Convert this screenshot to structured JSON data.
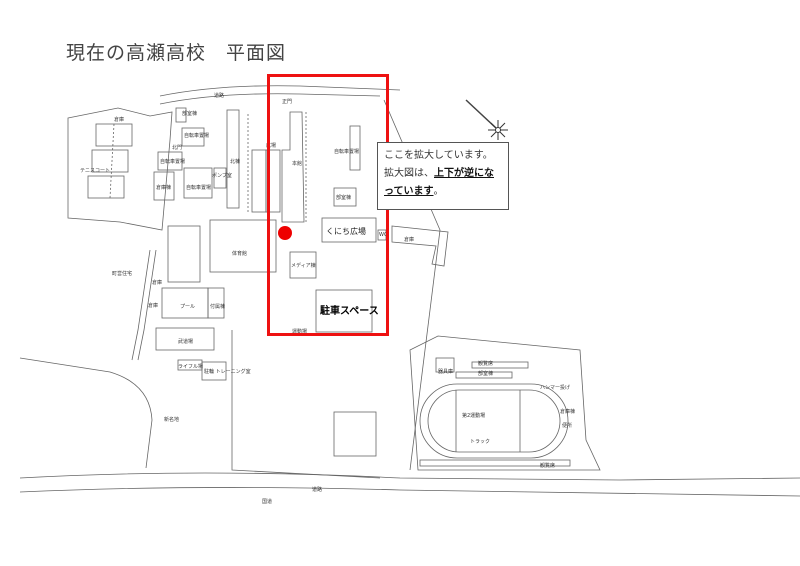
{
  "page": {
    "title": "現在の高瀬高校　平面図"
  },
  "highlight": {
    "color": "#ee1111",
    "marker_color": "#ee0000"
  },
  "callout": {
    "line1": "ここを拡大しています。",
    "line2_prefix": "拡大図は、",
    "line2_emphasis": "上下が逆にな",
    "line3_emphasis": "っています",
    "line3_suffix": "。"
  },
  "map": {
    "labels": {
      "tennis_court": "テニスコート",
      "storage_top": "倉庫",
      "road_top": "道路",
      "gate_main": "正門",
      "gate_north": "北門",
      "club_room_building": "部室棟",
      "bike_shed_1": "自転車置場",
      "bike_shed_2": "自転車置場",
      "bike_shed_3": "自転車置場",
      "bike_shed_4": "自転車置場",
      "old_hall": "倉庫棟",
      "pump_room": "ポンプ室",
      "north_building": "北棟",
      "main_building": "本館",
      "hiroba": "広場",
      "gym": "体育館",
      "media_building": "メディア棟",
      "kunichi_plaza": "くにち広場",
      "parking_space": "駐車スペース",
      "playground": "運動場",
      "wc": "WC",
      "club_building_east": "部室棟",
      "pool": "プール",
      "pool_annex": "付属棟",
      "martial_arts_hall": "武道場",
      "rifle_range": "ライフル場",
      "training_room": "駐輪 トレーニング室",
      "storage_left_1": "倉庫",
      "storage_left_2": "倉庫",
      "town_housing": "町営住宅",
      "new_area": "新名地",
      "road_bottom": "道路",
      "national_road": "国道",
      "second_ground": "第2運動場",
      "track": "トラック",
      "equipment_storage": "器具庫",
      "storage_shed": "倉庫棟",
      "club_shed": "部室棟",
      "hammer_throw": "ハンマー投げ",
      "toilet_east": "便所",
      "shed_east": "倉庫",
      "bleachers": "観覧席"
    }
  }
}
